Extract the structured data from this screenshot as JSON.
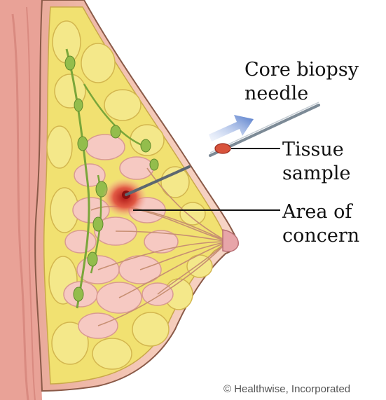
{
  "labels": {
    "needle": [
      "Core biopsy",
      "needle"
    ],
    "tissue_sample": [
      "Tissue",
      "sample"
    ],
    "area_of_concern": [
      "Area of",
      "concern"
    ]
  },
  "copyright": "© Healthwise, Incorporated",
  "colors": {
    "skin": "#f2c2a3",
    "fat": "#f0e070",
    "glands": "#f6c7c0",
    "lymph": "#8dbb46",
    "lesion": "#d8402e",
    "needle": "#7c8a96",
    "arrow": "#6f8fd0"
  }
}
